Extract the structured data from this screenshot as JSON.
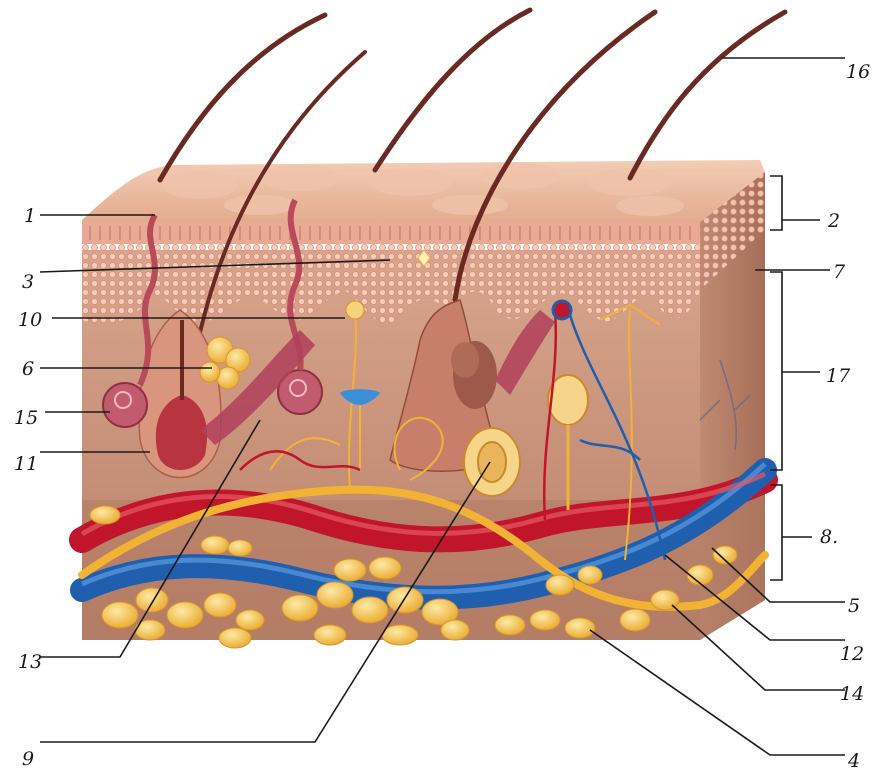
{
  "labels": [
    "1",
    "2",
    "3",
    "4",
    "5",
    "6",
    "7",
    "8.",
    "9",
    "10",
    "11",
    "12",
    "13",
    "14",
    "15",
    "16",
    "17"
  ],
  "colors": {
    "skin_top": "#e9b79c",
    "epidermis": "#efb8a4",
    "dermis": "#c9937b",
    "dermis_dark": "#a9735d",
    "artery": "#c0152a",
    "vein": "#1f5fae",
    "nerve": "#f2b233",
    "fat": "#f4c14d",
    "hair": "#6a2a22",
    "gland": "#b84a5a",
    "muscle": "#b0405a"
  }
}
